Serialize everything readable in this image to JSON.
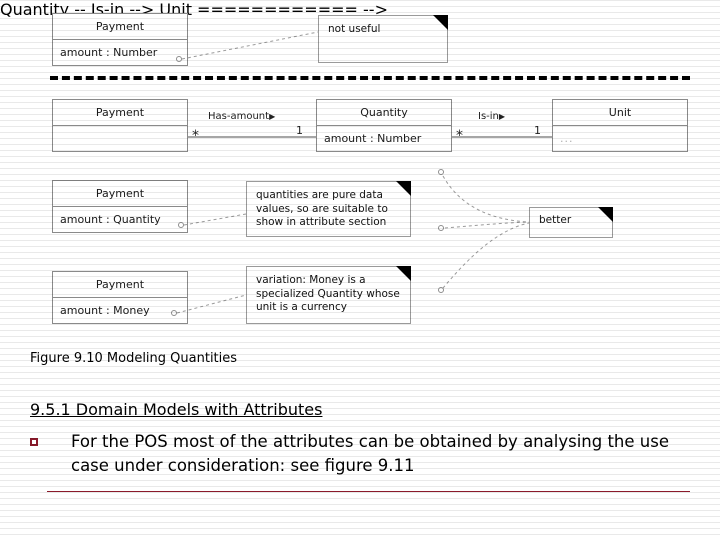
{
  "figure": {
    "classes": [
      {
        "id": "payment-number",
        "name": "Payment",
        "attributes": "amount : Number"
      },
      {
        "id": "payment-empty",
        "name": "Payment",
        "attributes": ""
      },
      {
        "id": "quantity",
        "name": "Quantity",
        "attributes": "amount : Number"
      },
      {
        "id": "unit",
        "name": "Unit",
        "attributes": "..."
      },
      {
        "id": "payment-quantity",
        "name": "Payment",
        "attributes": "amount : Quantity"
      },
      {
        "id": "payment-money",
        "name": "Payment",
        "attributes": "amount : Money"
      }
    ],
    "notes": [
      {
        "id": "not-useful",
        "text": "not useful"
      },
      {
        "id": "quantities-pure-data",
        "lines": [
          "quantities are pure data",
          "values, so are suitable to",
          "show in attribute section"
        ]
      },
      {
        "id": "better",
        "text": "better"
      },
      {
        "id": "money-variation",
        "lines": [
          "variation: Money is a",
          "specialized Quantity whose",
          "unit is a currency"
        ]
      }
    ],
    "associations": [
      {
        "id": "has-amount",
        "label": "Has-amount",
        "direction_marker": "▶",
        "source_multiplicity": "*",
        "target_multiplicity": "1"
      },
      {
        "id": "is-in",
        "label": "Is-in",
        "direction_marker": "▶",
        "source_multiplicity": "*",
        "target_multiplicity": "1"
      }
    ]
  },
  "body": {
    "caption": "Figure 9.10 Modeling Quantities",
    "section_heading": "9.5.1 Domain Models with Attributes",
    "bullet_text": "For the POS most of the attributes can be obtained by analysing the use case under consideration: see figure 9.11"
  },
  "colors": {
    "accent_rule": "#8b1a2b",
    "class_border": "#8a8a8a",
    "note_fold": "#000000",
    "divider": "#000000"
  }
}
